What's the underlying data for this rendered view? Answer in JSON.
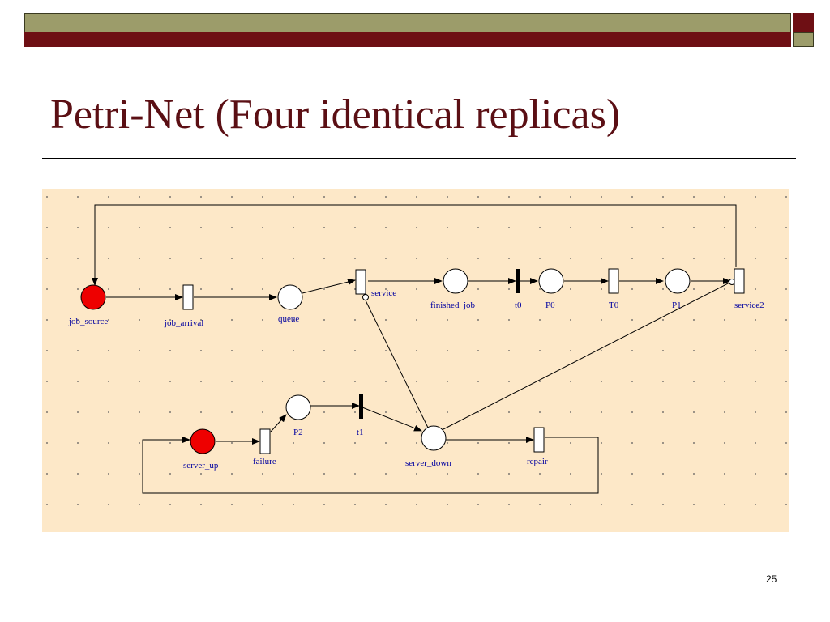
{
  "slide": {
    "title": "Petri-Net (Four identical replicas)",
    "page_number": "25"
  },
  "colors": {
    "title": "#5b0f14",
    "canvas_bg": "#fde8c8",
    "token_place": "#ee0000",
    "label": "#0000a0",
    "bar_olive": "#9c9c6a",
    "bar_maroon": "#6e0f14"
  },
  "diagram": {
    "labels": {
      "job_source": "job_source",
      "job_arrival": "job_arrival",
      "queue": "queue",
      "service": "service",
      "finished_job": "finished_job",
      "t0": "t0",
      "P0": "P0",
      "T0": "T0",
      "P1": "P1",
      "service2": "service2",
      "server_up": "server_up",
      "failure": "failure",
      "P2": "P2",
      "t1": "t1",
      "server_down": "server_down",
      "repair": "repair"
    }
  }
}
